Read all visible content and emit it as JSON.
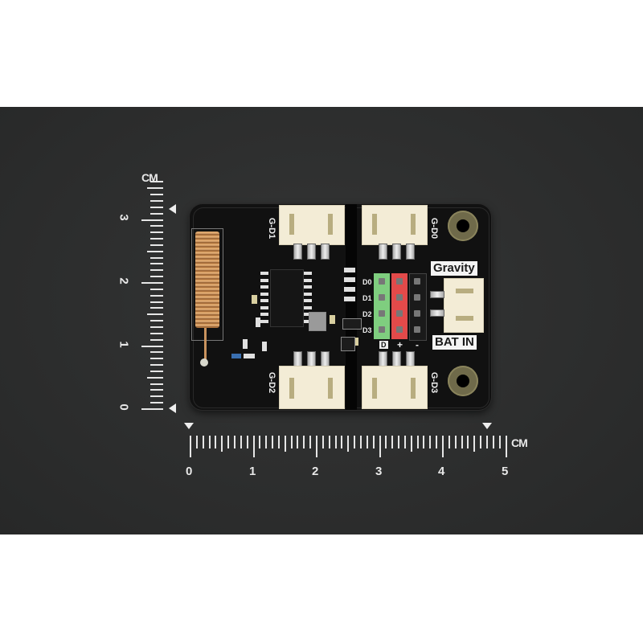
{
  "scene": {
    "description": "Product photo of a black Gravity wireless receiver PCB module with coil antenna on a dark background, with centimeter rulers",
    "background_color": "#2e2f2f",
    "outer_color": "#ffffff",
    "board_color": "#111111"
  },
  "ruler_vertical": {
    "unit": "CM",
    "labels": [
      "3",
      "2",
      "1",
      "0"
    ]
  },
  "ruler_horizontal": {
    "unit": "CM",
    "labels": [
      "0",
      "1",
      "2",
      "3",
      "4",
      "5"
    ]
  },
  "board": {
    "connectors": {
      "top_left": "G-D1",
      "top_right": "G-D0",
      "bottom_left": "G-D2",
      "bottom_right": "G-D3"
    },
    "header_rows": [
      "D0",
      "D1",
      "D2",
      "D3"
    ],
    "header_columns": [
      "D",
      "+",
      "-"
    ],
    "header_colors": {
      "signal": "#7fce7f",
      "power": "#e34a4a",
      "ground": "#1a1a1a"
    },
    "gravity_label": "Gravity",
    "battery_label": "BAT IN",
    "antenna_color": "#d39a5a"
  }
}
